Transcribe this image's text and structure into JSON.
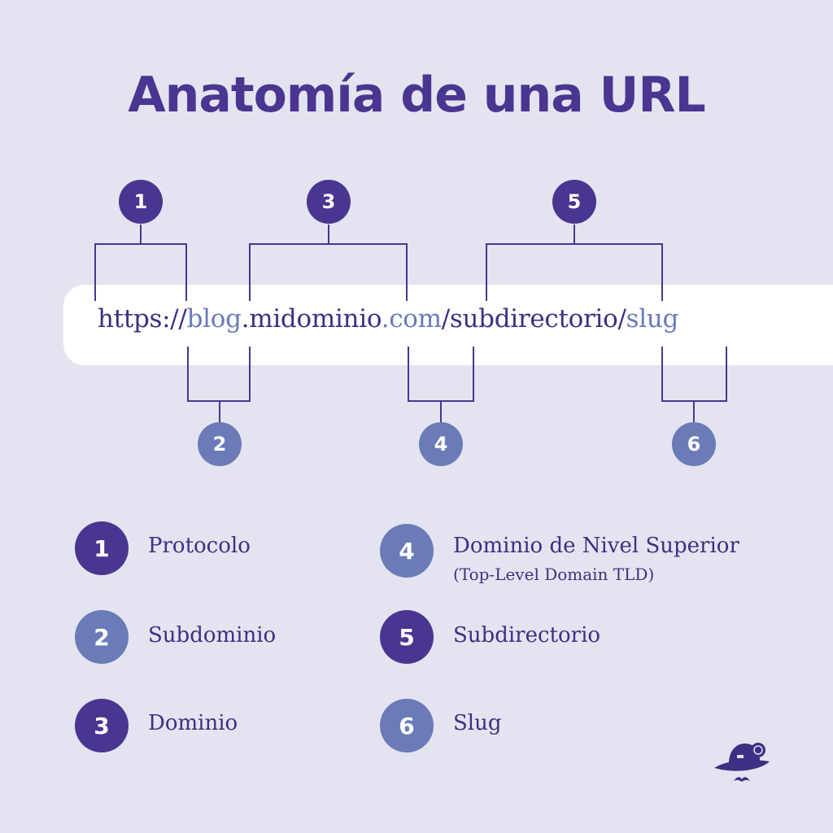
{
  "title": "Anatomía de una URL",
  "url": {
    "protocol": "https://",
    "subdomain": "blog",
    "dot1": ".",
    "domain": "midominio",
    "tld": ".com",
    "slash1": "/",
    "subdirectory": "subdirectorio",
    "slash2": "/",
    "slug": "slug"
  },
  "markers": [
    "1",
    "2",
    "3",
    "4",
    "5",
    "6"
  ],
  "legend": [
    {
      "number": "1",
      "label": "Protocolo",
      "sub": ""
    },
    {
      "number": "2",
      "label": "Subdominio",
      "sub": ""
    },
    {
      "number": "3",
      "label": "Dominio",
      "sub": ""
    },
    {
      "number": "4",
      "label": "Dominio de Nivel Superior",
      "sub": "(Top-Level Domain TLD)"
    },
    {
      "number": "5",
      "label": "Subdirectorio",
      "sub": ""
    },
    {
      "number": "6",
      "label": "Slug",
      "sub": ""
    }
  ],
  "colors": {
    "background": "#e4e4f0",
    "dark_purple": "#4a3591",
    "light_purple": "#6a7bb8",
    "text": "#3e2f84",
    "url_bar": "#ffffff"
  },
  "icons": [
    "musketeer-hat-logo-icon"
  ]
}
